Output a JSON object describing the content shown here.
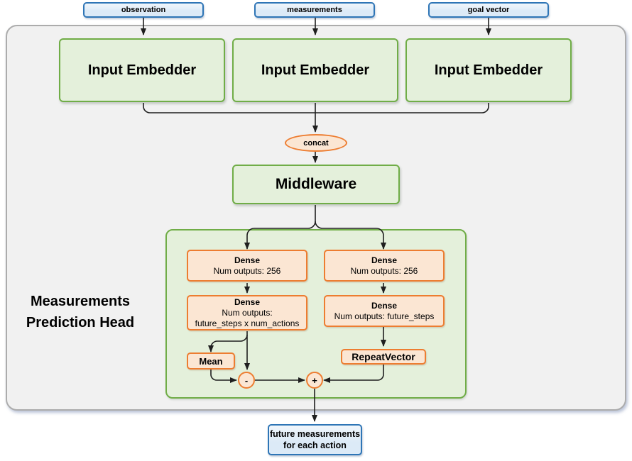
{
  "colors": {
    "blue_border": "#2E75B6",
    "blue_fill": "#DCEAF7",
    "green_border": "#70AD47",
    "green_fill": "#E4F0DB",
    "orange_border": "#ED7D31",
    "orange_fill": "#FBE6D3",
    "outer_fill": "#F1F1F1",
    "outer_border": "#ACACAC",
    "line": "#1F1F1F",
    "text": "#000000"
  },
  "top_inputs": [
    {
      "label": "observation"
    },
    {
      "label": "measurements"
    },
    {
      "label": "goal vector"
    }
  ],
  "embedders": [
    {
      "label": "Input Embedder"
    },
    {
      "label": "Input Embedder"
    },
    {
      "label": "Input Embedder"
    }
  ],
  "concat": {
    "label": "concat"
  },
  "middleware": {
    "label": "Middleware"
  },
  "prediction_head": {
    "title_line1": "Measurements",
    "title_line2": "Prediction Head",
    "left": {
      "dense1_title": "Dense",
      "dense1_sub": "Num outputs: 256",
      "dense2_title": "Dense",
      "dense2_sub1": "Num outputs:",
      "dense2_sub2": "future_steps x num_actions",
      "mean": "Mean",
      "minus": "-"
    },
    "right": {
      "dense1_title": "Dense",
      "dense1_sub": "Num outputs: 256",
      "dense2_title": "Dense",
      "dense2_sub": "Num outputs: future_steps",
      "repeat": "RepeatVector",
      "plus": "+"
    }
  },
  "output_box": {
    "line1": "future measurements",
    "line2": "for each action"
  }
}
